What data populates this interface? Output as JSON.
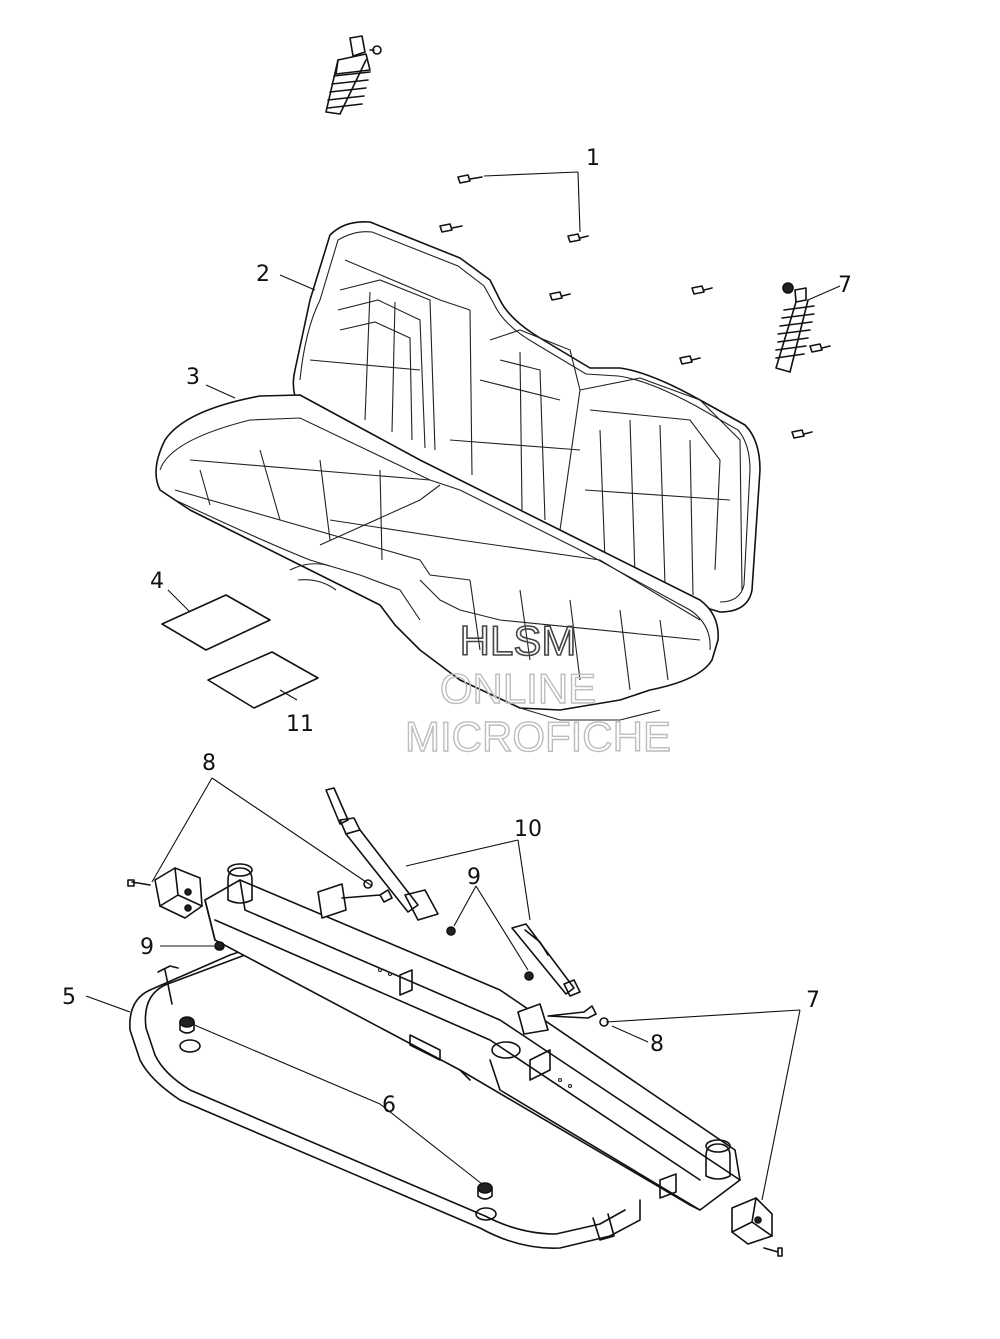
{
  "callouts": {
    "c1": "1",
    "c2": "2",
    "c3": "3",
    "c4": "4",
    "c5": "5",
    "c6": "6",
    "c7a": "7",
    "c7b": "7",
    "c8a": "8",
    "c8b": "8",
    "c9a": "9",
    "c9b": "9",
    "c10": "10",
    "c11": "11"
  },
  "watermark": {
    "line1": "HLSM",
    "line2": "ONLINE",
    "line3": "MICROFICHE"
  }
}
